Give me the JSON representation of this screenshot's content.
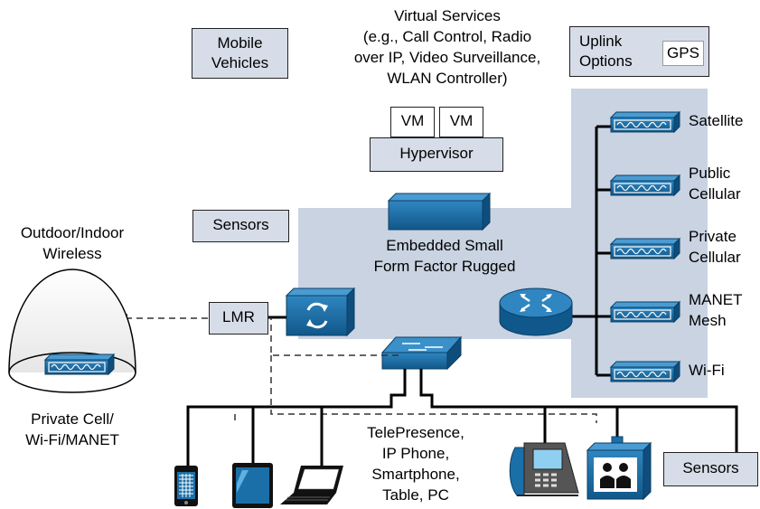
{
  "virtual_services": {
    "line1": "Virtual Services",
    "line2": "(e.g., Call Control, Radio",
    "line3": "over IP, Video Surveillance,",
    "line4": "WLAN Controller)"
  },
  "mobile_vehicles": {
    "line1": "Mobile",
    "line2": "Vehicles"
  },
  "uplink_options": {
    "line1": "Uplink",
    "line2": "Options",
    "gps": "GPS"
  },
  "vm1": "VM",
  "vm2": "VM",
  "hypervisor": "Hypervisor",
  "sensors_top": "Sensors",
  "embedded": {
    "line1": "Embedded Small",
    "line2": "Form Factor Rugged"
  },
  "lmr": "LMR",
  "outdoor": {
    "line1": "Outdoor/Indoor",
    "line2": "Wireless"
  },
  "private_cell": {
    "line1": "Private Cell/",
    "line2": "Wi-Fi/MANET"
  },
  "uplinks": [
    {
      "line1": "Satellite",
      "line2": ""
    },
    {
      "line1": "Public",
      "line2": "Cellular"
    },
    {
      "line1": "Private",
      "line2": "Cellular"
    },
    {
      "line1": "MANET",
      "line2": "Mesh"
    },
    {
      "line1": "Wi-Fi",
      "line2": ""
    }
  ],
  "endpoints": {
    "line1": "TelePresence,",
    "line2": "IP Phone,",
    "line3": "Smartphone,",
    "line4": "Table, PC"
  },
  "sensors_bottom": "Sensors",
  "colors": {
    "region": "#c9d3e2",
    "box_fill": "#d6dde8",
    "device_blue": "#1b6fa8",
    "device_dark": "#0d4a75"
  },
  "icons": [
    "radio-modem-icon",
    "router-icon",
    "switch-icon",
    "embedded-server-icon",
    "lmr-gateway-icon",
    "smartphone-icon",
    "tablet-icon",
    "laptop-icon",
    "ip-phone-icon",
    "telepresence-icon",
    "wireless-dome-icon"
  ]
}
